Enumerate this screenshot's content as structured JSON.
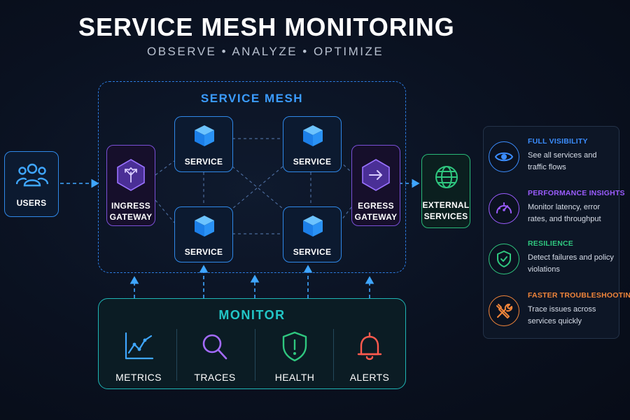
{
  "header": {
    "title": "SERVICE MESH MONITORING",
    "subtitle": "OBSERVE  •  ANALYZE  •  OPTIMIZE"
  },
  "users": {
    "label": "USERS",
    "icon": "users-icon"
  },
  "mesh": {
    "label": "SERVICE MESH",
    "ingress": {
      "label_line1": "INGRESS",
      "label_line2": "GATEWAY",
      "icon": "split-arrows-icon"
    },
    "egress": {
      "label_line1": "EGRESS",
      "label_line2": "GATEWAY",
      "icon": "arrow-right-icon"
    },
    "services": [
      {
        "label": "SERVICE",
        "icon": "cube-icon"
      },
      {
        "label": "SERVICE",
        "icon": "cube-icon"
      },
      {
        "label": "SERVICE",
        "icon": "cube-icon"
      },
      {
        "label": "SERVICE",
        "icon": "cube-icon"
      }
    ]
  },
  "external": {
    "label_line1": "EXTERNAL",
    "label_line2": "SERVICES",
    "icon": "globe-icon"
  },
  "monitor": {
    "label": "MONITOR",
    "items": [
      {
        "label": "METRICS",
        "icon": "line-chart-icon"
      },
      {
        "label": "TRACES",
        "icon": "magnifier-icon"
      },
      {
        "label": "HEALTH",
        "icon": "shield-alert-icon"
      },
      {
        "label": "ALERTS",
        "icon": "bell-icon"
      }
    ]
  },
  "benefits": [
    {
      "title": "FULL VISIBILITY",
      "desc": "See all services and traffic flows",
      "icon": "eye-icon",
      "color": "#3b8dff"
    },
    {
      "title": "PERFORMANCE INSIGHTS",
      "desc": "Monitor latency, error rates, and throughput",
      "icon": "gauge-icon",
      "color": "#9b5cff"
    },
    {
      "title": "RESILIENCE",
      "desc": "Detect failures and policy violations",
      "icon": "shield-check-icon",
      "color": "#2fc77f"
    },
    {
      "title": "FASTER TROUBLESHOOTING",
      "desc": "Trace issues across services quickly",
      "icon": "tools-icon",
      "color": "#f2853a"
    }
  ],
  "colors": {
    "background": "#0a1120",
    "mesh_border": "#2b7be0",
    "service_border": "#2f88e8",
    "gateway_border": "#7a4fd6",
    "external_border": "#29b877",
    "monitor_accent": "#22c6c6",
    "arrow": "#3fa6ff"
  }
}
